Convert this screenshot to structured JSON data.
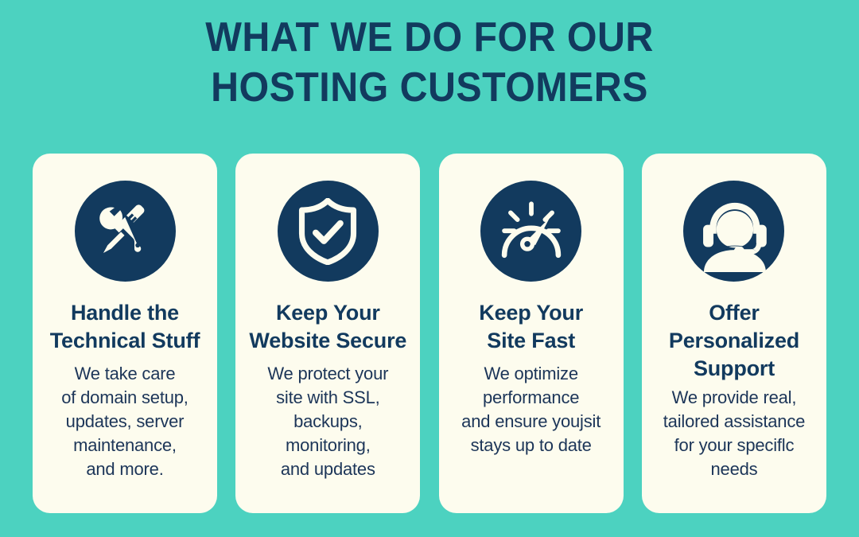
{
  "colors": {
    "background_teal": "#4CD2C0",
    "card_cream": "#FDFCEE",
    "navy": "#123A5E",
    "body_text": "#1C3558"
  },
  "header": {
    "title": "WHAT WE DO FOR OUR\nHOSTING CUSTOMERS",
    "title_line_1": "WHAT WE DO FOR OUR",
    "title_line_2": "HOSTING CUSTOMERS"
  },
  "cards": [
    {
      "icon": "tools-wrench-screwdriver-icon",
      "title": "Handle the\nTechnical Stuff",
      "body": "We take care\nof domain setup,\nupdates, server\nmaintenance,\nand more."
    },
    {
      "icon": "shield-check-icon",
      "title": "Keep Your\nWebsite Secure",
      "body": "We protect your\nsite with SSL,\nbackups,\nmonitoring,\nand updates"
    },
    {
      "icon": "speedometer-gauge-icon",
      "title": "Keep Your\nSite Fast",
      "body": "We optimize\nperformance\nand ensure youjsit\nstays up to date"
    },
    {
      "icon": "headset-support-agent-icon",
      "title": "Offer\nPersonalized\nSupport",
      "body": "We provide real,\ntailored assistance\nfor your speciflc\nneeds"
    }
  ]
}
